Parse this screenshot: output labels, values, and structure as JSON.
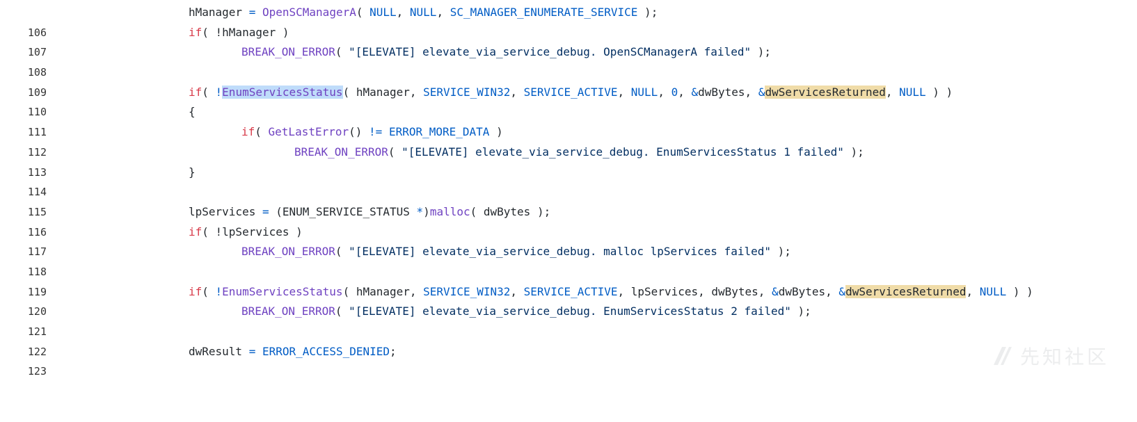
{
  "code": {
    "lines": [
      {
        "number": "106",
        "tokens": [
          {
            "t": "hManager ",
            "c": "plain"
          },
          {
            "t": "=",
            "c": "op"
          },
          {
            "t": " ",
            "c": "plain"
          },
          {
            "t": "OpenSCManagerA",
            "c": "fn"
          },
          {
            "t": "( ",
            "c": "plain"
          },
          {
            "t": "NULL",
            "c": "const"
          },
          {
            "t": ", ",
            "c": "plain"
          },
          {
            "t": "NULL",
            "c": "const"
          },
          {
            "t": ", ",
            "c": "plain"
          },
          {
            "t": "SC_MANAGER_ENUMERATE_SERVICE",
            "c": "const"
          },
          {
            "t": " );",
            "c": "plain"
          }
        ]
      },
      {
        "number": "107",
        "tokens": [
          {
            "t": "if",
            "c": "kw"
          },
          {
            "t": "( !hManager )",
            "c": "plain"
          }
        ]
      },
      {
        "number": "108",
        "tokens": [
          {
            "t": "BREAK_ON_ERROR",
            "c": "fn"
          },
          {
            "t": "( ",
            "c": "plain"
          },
          {
            "t": "\"[ELEVATE] elevate_via_service_debug. OpenSCManagerA failed\"",
            "c": "str"
          },
          {
            "t": " );",
            "c": "plain"
          }
        ]
      },
      {
        "number": "109",
        "tokens": []
      },
      {
        "number": "110",
        "tokens": [
          {
            "t": "if",
            "c": "kw"
          },
          {
            "t": "( ",
            "c": "plain"
          },
          {
            "t": "!",
            "c": "op"
          },
          {
            "t": "EnumServicesStatus",
            "c": "fn",
            "hl": "sel"
          },
          {
            "t": "( hManager, ",
            "c": "plain"
          },
          {
            "t": "SERVICE_WIN32",
            "c": "const"
          },
          {
            "t": ", ",
            "c": "plain"
          },
          {
            "t": "SERVICE_ACTIVE",
            "c": "const"
          },
          {
            "t": ", ",
            "c": "plain"
          },
          {
            "t": "NULL",
            "c": "const"
          },
          {
            "t": ", ",
            "c": "plain"
          },
          {
            "t": "0",
            "c": "const"
          },
          {
            "t": ", ",
            "c": "plain"
          },
          {
            "t": "&",
            "c": "op"
          },
          {
            "t": "dwBytes, ",
            "c": "plain"
          },
          {
            "t": "&",
            "c": "op"
          },
          {
            "t": "dwServicesReturned",
            "c": "plain",
            "hl": "ref"
          },
          {
            "t": ", ",
            "c": "plain"
          },
          {
            "t": "NULL",
            "c": "const"
          },
          {
            "t": " ) )",
            "c": "plain"
          }
        ]
      },
      {
        "number": "111",
        "tokens": [
          {
            "t": "{",
            "c": "plain"
          }
        ]
      },
      {
        "number": "112",
        "tokens": [
          {
            "t": "if",
            "c": "kw"
          },
          {
            "t": "( ",
            "c": "plain"
          },
          {
            "t": "GetLastError",
            "c": "fn"
          },
          {
            "t": "() ",
            "c": "plain"
          },
          {
            "t": "!=",
            "c": "op"
          },
          {
            "t": " ",
            "c": "plain"
          },
          {
            "t": "ERROR_MORE_DATA",
            "c": "const"
          },
          {
            "t": " )",
            "c": "plain"
          }
        ]
      },
      {
        "number": "113",
        "tokens": [
          {
            "t": "BREAK_ON_ERROR",
            "c": "fn"
          },
          {
            "t": "( ",
            "c": "plain"
          },
          {
            "t": "\"[ELEVATE] elevate_via_service_debug. EnumServicesStatus 1 failed\"",
            "c": "str"
          },
          {
            "t": " );",
            "c": "plain"
          }
        ]
      },
      {
        "number": "114",
        "tokens": [
          {
            "t": "}",
            "c": "plain"
          }
        ]
      },
      {
        "number": "115",
        "tokens": []
      },
      {
        "number": "116",
        "tokens": [
          {
            "t": "lpServices ",
            "c": "plain"
          },
          {
            "t": "=",
            "c": "op"
          },
          {
            "t": " (ENUM_SERVICE_STATUS ",
            "c": "plain"
          },
          {
            "t": "*",
            "c": "op"
          },
          {
            "t": ")",
            "c": "plain"
          },
          {
            "t": "malloc",
            "c": "fn"
          },
          {
            "t": "( dwBytes );",
            "c": "plain"
          }
        ]
      },
      {
        "number": "117",
        "tokens": [
          {
            "t": "if",
            "c": "kw"
          },
          {
            "t": "( !lpServices )",
            "c": "plain"
          }
        ]
      },
      {
        "number": "118",
        "tokens": [
          {
            "t": "BREAK_ON_ERROR",
            "c": "fn"
          },
          {
            "t": "( ",
            "c": "plain"
          },
          {
            "t": "\"[ELEVATE] elevate_via_service_debug. malloc lpServices failed\"",
            "c": "str"
          },
          {
            "t": " );",
            "c": "plain"
          }
        ]
      },
      {
        "number": "119",
        "tokens": []
      },
      {
        "number": "120",
        "tokens": [
          {
            "t": "if",
            "c": "kw"
          },
          {
            "t": "( ",
            "c": "plain"
          },
          {
            "t": "!",
            "c": "op"
          },
          {
            "t": "EnumServicesStatus",
            "c": "fn"
          },
          {
            "t": "( hManager, ",
            "c": "plain"
          },
          {
            "t": "SERVICE_WIN32",
            "c": "const"
          },
          {
            "t": ", ",
            "c": "plain"
          },
          {
            "t": "SERVICE_ACTIVE",
            "c": "const"
          },
          {
            "t": ", lpServices, dwBytes, ",
            "c": "plain"
          },
          {
            "t": "&",
            "c": "op"
          },
          {
            "t": "dwBytes, ",
            "c": "plain"
          },
          {
            "t": "&",
            "c": "op"
          },
          {
            "t": "dwServicesReturned",
            "c": "plain",
            "hl": "ref"
          },
          {
            "t": ", ",
            "c": "plain"
          },
          {
            "t": "NULL",
            "c": "const"
          },
          {
            "t": " ) )",
            "c": "plain"
          }
        ]
      },
      {
        "number": "121",
        "tokens": [
          {
            "t": "BREAK_ON_ERROR",
            "c": "fn"
          },
          {
            "t": "( ",
            "c": "plain"
          },
          {
            "t": "\"[ELEVATE] elevate_via_service_debug. EnumServicesStatus 2 failed\"",
            "c": "str"
          },
          {
            "t": " );",
            "c": "plain"
          }
        ]
      },
      {
        "number": "122",
        "tokens": []
      },
      {
        "number": "123",
        "tokens": [
          {
            "t": "dwResult ",
            "c": "plain"
          },
          {
            "t": "=",
            "c": "op"
          },
          {
            "t": " ",
            "c": "plain"
          },
          {
            "t": "ERROR_ACCESS_DENIED",
            "c": "const"
          },
          {
            "t": ";",
            "c": "plain"
          }
        ]
      }
    ]
  },
  "watermark": {
    "text": "先知社区",
    "logo": "xianzhi-logo-icon"
  },
  "colors": {
    "keyword": "#d73a49",
    "function": "#6f42c1",
    "constant": "#005cc5",
    "string": "#032f62",
    "selection_highlight": "#bfdcfa",
    "reference_highlight": "#f0dca8"
  }
}
